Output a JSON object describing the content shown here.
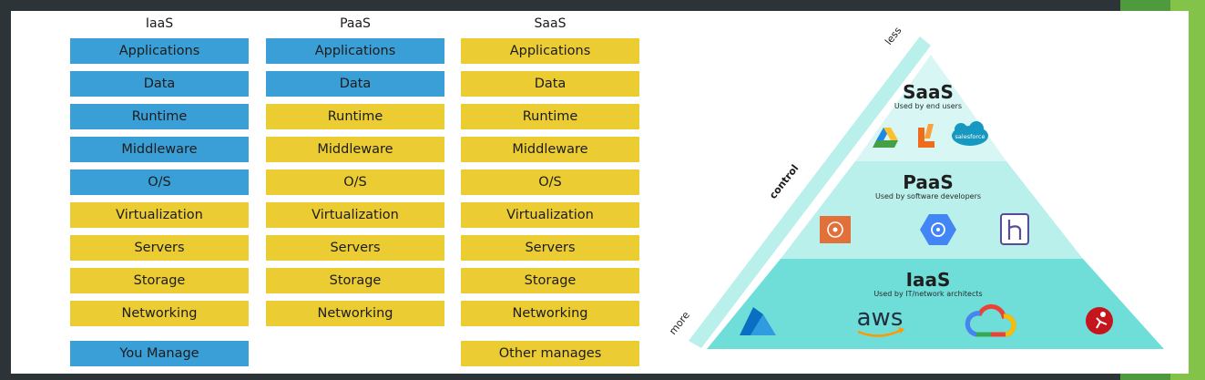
{
  "table": {
    "columns": [
      {
        "header": "IaaS",
        "rows": [
          {
            "label": "Applications",
            "managed_by": "you"
          },
          {
            "label": "Data",
            "managed_by": "you"
          },
          {
            "label": "Runtime",
            "managed_by": "you"
          },
          {
            "label": "Middleware",
            "managed_by": "you"
          },
          {
            "label": "O/S",
            "managed_by": "you"
          },
          {
            "label": "Virtualization",
            "managed_by": "other"
          },
          {
            "label": "Servers",
            "managed_by": "other"
          },
          {
            "label": "Storage",
            "managed_by": "other"
          },
          {
            "label": "Networking",
            "managed_by": "other"
          }
        ]
      },
      {
        "header": "PaaS",
        "rows": [
          {
            "label": "Applications",
            "managed_by": "you"
          },
          {
            "label": "Data",
            "managed_by": "you"
          },
          {
            "label": "Runtime",
            "managed_by": "other"
          },
          {
            "label": "Middleware",
            "managed_by": "other"
          },
          {
            "label": "O/S",
            "managed_by": "other"
          },
          {
            "label": "Virtualization",
            "managed_by": "other"
          },
          {
            "label": "Servers",
            "managed_by": "other"
          },
          {
            "label": "Storage",
            "managed_by": "other"
          },
          {
            "label": "Networking",
            "managed_by": "other"
          }
        ]
      },
      {
        "header": "SaaS",
        "rows": [
          {
            "label": "Applications",
            "managed_by": "other"
          },
          {
            "label": "Data",
            "managed_by": "other"
          },
          {
            "label": "Runtime",
            "managed_by": "other"
          },
          {
            "label": "Middleware",
            "managed_by": "other"
          },
          {
            "label": "O/S",
            "managed_by": "other"
          },
          {
            "label": "Virtualization",
            "managed_by": "other"
          },
          {
            "label": "Servers",
            "managed_by": "other"
          },
          {
            "label": "Storage",
            "managed_by": "other"
          },
          {
            "label": "Networking",
            "managed_by": "other"
          }
        ]
      }
    ],
    "legend": {
      "you_manage": "You Manage",
      "other_manages": "Other manages"
    },
    "colors": {
      "you": "#3a9fd6",
      "other": "#ebcc32"
    }
  },
  "pyramid": {
    "axis": {
      "label": "control",
      "top": "less",
      "bottom": "more"
    },
    "tiers": [
      {
        "name": "SaaS",
        "subtitle": "Used by end users",
        "icons": [
          "google-drive-icon",
          "lucid-icon",
          "salesforce-icon"
        ]
      },
      {
        "name": "PaaS",
        "subtitle": "Used by software developers",
        "icons": [
          "cloud-platform-icon",
          "google-app-engine-icon",
          "heroku-icon"
        ]
      },
      {
        "name": "IaaS",
        "subtitle": "Used by IT/network architects",
        "icons": [
          "azure-icon",
          "aws-icon",
          "google-cloud-icon",
          "rackspace-icon"
        ]
      }
    ],
    "icon_text": {
      "salesforce": "salesforce",
      "aws": "aws"
    },
    "colors": {
      "top": "#d7f6f4",
      "middle": "#b9f0ec",
      "bottom": "#6fded9"
    }
  }
}
